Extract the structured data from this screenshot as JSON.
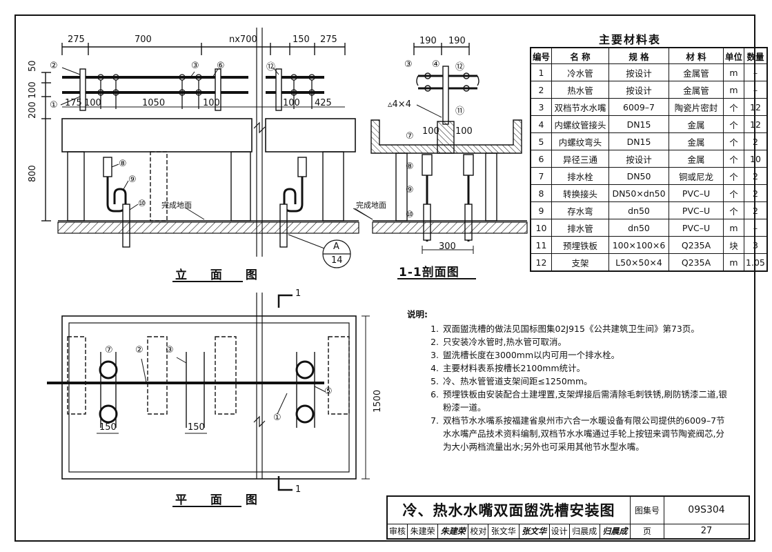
{
  "elevation_dims": {
    "top": [
      "275",
      "700",
      "nx700",
      "150",
      "275"
    ],
    "left": [
      "50",
      "100",
      "200",
      "800"
    ],
    "mid": [
      "175",
      "100",
      "1050",
      "100",
      "100",
      "425"
    ]
  },
  "elevation_callouts": [
    "②",
    "①",
    "③",
    "⑥",
    "⑫",
    "⑧",
    "⑨",
    "⑩"
  ],
  "floor_label": "完成地面",
  "detail_ref": {
    "top": "A",
    "bottom": "14"
  },
  "elevation_title": "立 面 图",
  "section": {
    "dims_top": [
      "190",
      "190"
    ],
    "steel_mark": "▵4×4",
    "dims_inner": [
      "100",
      "100"
    ],
    "dim_bottom": "300",
    "callouts": [
      "③",
      "④",
      "⑫",
      "⑪",
      "⑦",
      "⑧",
      "⑨",
      "⑩"
    ],
    "floor_label": "完成地面",
    "title": "1-1剖面图"
  },
  "plan": {
    "title": "平 面 图",
    "dims": [
      "150",
      "150",
      "1500"
    ],
    "callouts": [
      "⑦",
      "②",
      "③",
      "⑤",
      "①"
    ],
    "section_mark": "1"
  },
  "materials": {
    "title": "主要材料表",
    "headers": [
      "编号",
      "名  称",
      "规  格",
      "材  料",
      "单位",
      "数量"
    ],
    "rows": [
      [
        "1",
        "冷水管",
        "按设计",
        "金属管",
        "m",
        "–"
      ],
      [
        "2",
        "热水管",
        "按设计",
        "金属管",
        "m",
        "–"
      ],
      [
        "3",
        "双档节水水嘴",
        "6009–7",
        "陶瓷片密封",
        "个",
        "12"
      ],
      [
        "4",
        "内螺纹管接头",
        "DN15",
        "金属",
        "个",
        "12"
      ],
      [
        "5",
        "内螺纹弯头",
        "DN15",
        "金属",
        "个",
        "2"
      ],
      [
        "6",
        "异径三通",
        "按设计",
        "金属",
        "个",
        "10"
      ],
      [
        "7",
        "排水栓",
        "DN50",
        "铜或尼龙",
        "个",
        "2"
      ],
      [
        "8",
        "转换接头",
        "DN50×dn50",
        "PVC–U",
        "个",
        "2"
      ],
      [
        "9",
        "存水弯",
        "dn50",
        "PVC–U",
        "个",
        "2"
      ],
      [
        "10",
        "排水管",
        "dn50",
        "PVC–U",
        "m",
        "–"
      ],
      [
        "11",
        "预埋铁板",
        "100×100×6",
        "Q235A",
        "块",
        "3"
      ],
      [
        "12",
        "支架",
        "L50×50×4",
        "Q235A",
        "m",
        "1.05"
      ]
    ]
  },
  "notes": {
    "heading": "说明:",
    "items": [
      "双面盥洗槽的做法见国标图集02J915《公共建筑卫生间》第73页。",
      "只安装冷水管时,热水管可取消。",
      "盥洗槽长度在3000mm以内可用一个排水栓。",
      "主要材料表系按槽长2100mm统计。",
      "冷、热水管管道支架间距≤1250mm。",
      "预埋铁板由安装配合土建埋置,支架焊接后需清除毛刺铁锈,刷防锈漆二道,银粉漆一道。",
      "双档节水水嘴系按福建省泉州市六合一水暖设备有限公司提供的6009–7节水水嘴产品技术资料编制,双档节水水嘴通过手轮上按钮来调节陶瓷阀芯,分为大小两档流量出水;另外也可采用其他节水型水嘴。"
    ]
  },
  "title_block": {
    "drawing_title": "冷、热水水嘴双面盥洗槽安装图",
    "atlas_label": "图集号",
    "atlas_no": "09S304",
    "page_label": "页",
    "page_no": "27",
    "review_label": "审核",
    "reviewer": "朱建荣",
    "reviewer_sig": "朱建荣",
    "check_label": "校对",
    "checker": "张文华",
    "checker_sig": "张文华",
    "design_label": "设计",
    "designer": "归晨成",
    "designer_sig": "归晨成"
  }
}
